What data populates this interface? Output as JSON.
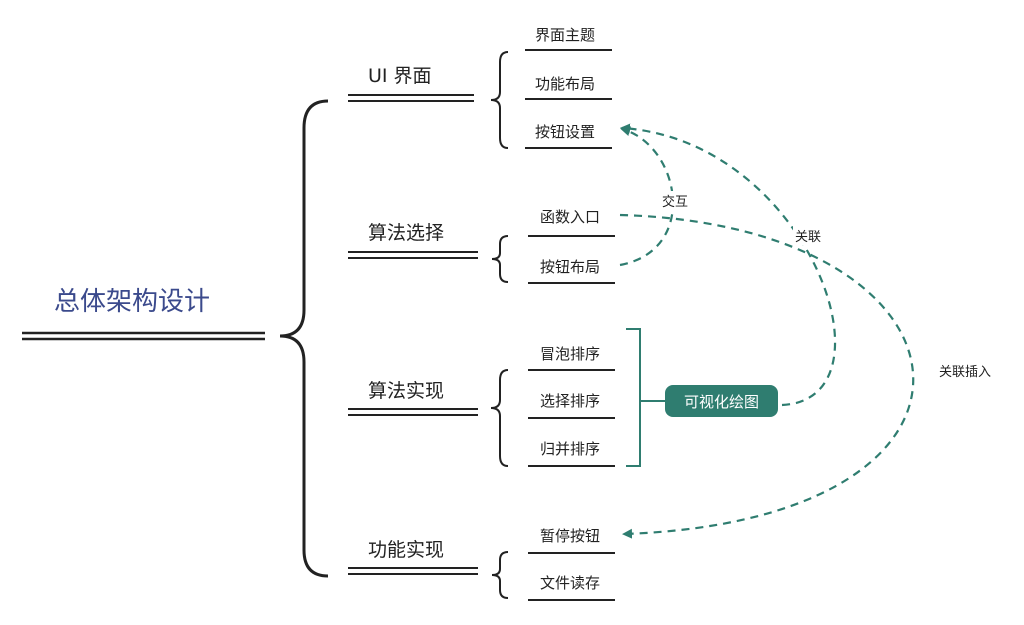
{
  "root": {
    "title": "总体架构设计"
  },
  "branches": [
    {
      "title": "UI  界面",
      "leaves": [
        "界面主题",
        "功能布局",
        "按钮设置"
      ]
    },
    {
      "title": "算法选择",
      "leaves": [
        "函数入口",
        "按钮布局"
      ]
    },
    {
      "title": "算法实现",
      "leaves": [
        "冒泡排序",
        "选择排序",
        "归并排序"
      ]
    },
    {
      "title": "功能实现",
      "leaves": [
        "暂停按钮",
        "文件读存"
      ]
    }
  ],
  "visualization": {
    "label": "可视化绘图"
  },
  "relations": [
    {
      "label": "交互",
      "from": "按钮布局",
      "to": "按钮设置"
    },
    {
      "label": "关联",
      "from": "可视化绘图",
      "to": "按钮设置"
    },
    {
      "label": "关联插入",
      "from": "函数入口",
      "to": "暂停按钮"
    }
  ],
  "colors": {
    "line": "#222222",
    "dash": "#2f7d70",
    "accent": "#2f7d70",
    "root_text": "#3b4a8c"
  }
}
